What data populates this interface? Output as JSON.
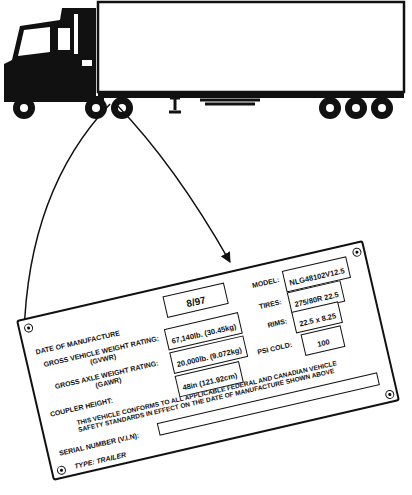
{
  "diagram": {
    "nodes": [
      {
        "text": [
          "DATE OF MANUFACTURE",
          "MODEL:",
          "GROSS VEHICLE WEIGHT RATING: (GVWR)",
          "TIRES:",
          "RIMS:",
          "GROSS AXLE WEIGHT RATING: (GAWR)",
          "PSI COLD:",
          "COUPLER HEIGHT:",
          "THIS VEHICLE CONFORMS TO ALL APPLICABLE FEDERAL AND CANADIAN VEHICLE SAFETY STANDARDS IN EFFECT ON THE DATE OF MANUFACTURE SHOWN ABOVE",
          "SERIAL NUMBER (V.I.N):",
          "TYPE: TRAILER"
        ]
      },
      {
        "text": [
          "8/97"
        ],
        "in": 0
      },
      {
        "text": [
          "NLG48102V12.5"
        ],
        "in": 0
      },
      {
        "text": [
          "67,140lb. (30.45kg)"
        ],
        "in": 0
      },
      {
        "text": [
          "275/80R 22.5"
        ],
        "in": 0
      },
      {
        "text": [
          "22.5 x 8.25"
        ],
        "in": 0
      },
      {
        "text": [
          "20,000lb. (9.072kg)"
        ],
        "in": 0
      },
      {
        "text": [
          "100"
        ],
        "in": 0
      },
      {
        "text": [
          "48in (121.92cm)"
        ],
        "in": 0
      }
    ]
  }
}
